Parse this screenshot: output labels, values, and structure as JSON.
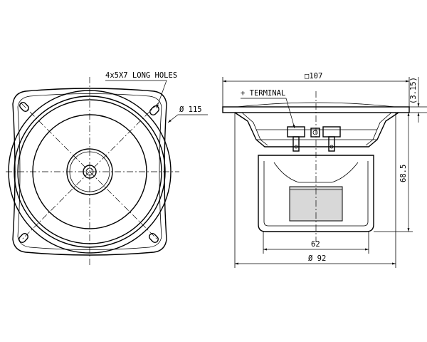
{
  "front_view": {
    "holes_label": "4x5X7 LONG HOLES",
    "diameter_label": "Ø 115"
  },
  "side_view": {
    "width_label": "□107",
    "flange_label": "(3.15)",
    "terminal_label": "+ TERMINAL",
    "depth_label": "68.5",
    "magnet_label": "62",
    "cutout_label": "Ø 92"
  },
  "colors": {
    "line": "#000000",
    "magnet_fill": "#d8d8d8",
    "background": "#ffffff"
  }
}
